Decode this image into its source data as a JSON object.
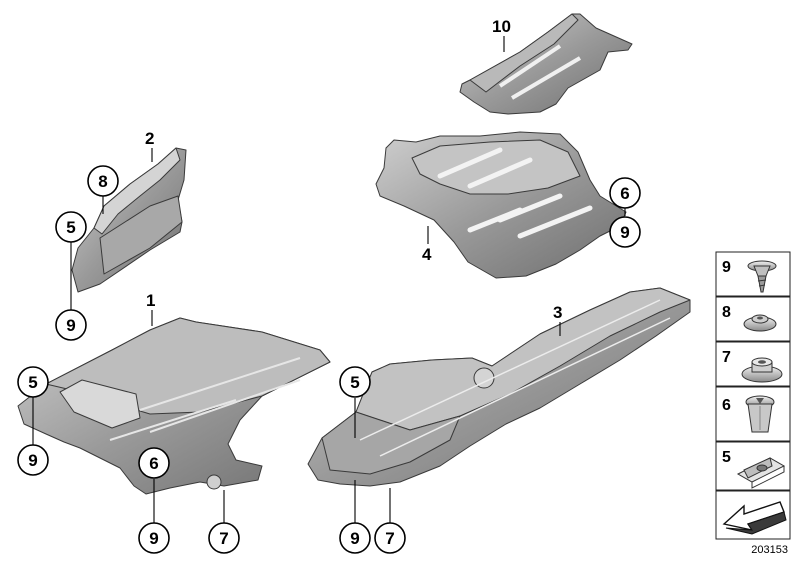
{
  "diagram": {
    "part_labels": [
      {
        "id": "part-2",
        "text": "2"
      },
      {
        "id": "part-10",
        "text": "10"
      },
      {
        "id": "part-4",
        "text": "4"
      },
      {
        "id": "part-1",
        "text": "1"
      },
      {
        "id": "part-3",
        "text": "3"
      }
    ],
    "callouts": [
      {
        "id": "callout-8-upper",
        "text": "8"
      },
      {
        "id": "callout-5-upper",
        "text": "5"
      },
      {
        "id": "callout-9-upper",
        "text": "9"
      },
      {
        "id": "callout-6-right",
        "text": "6"
      },
      {
        "id": "callout-9-right",
        "text": "9"
      },
      {
        "id": "callout-5-left",
        "text": "5"
      },
      {
        "id": "callout-9-left",
        "text": "9"
      },
      {
        "id": "callout-6-center",
        "text": "6"
      },
      {
        "id": "callout-9-bottom",
        "text": "9"
      },
      {
        "id": "callout-7-bottom",
        "text": "7"
      },
      {
        "id": "callout-5-mid",
        "text": "5"
      },
      {
        "id": "callout-9-lowright",
        "text": "9"
      },
      {
        "id": "callout-7-lowright",
        "text": "7"
      }
    ],
    "legend": [
      {
        "num": "9",
        "icon": "screw-icon"
      },
      {
        "num": "8",
        "icon": "nut-icon"
      },
      {
        "num": "7",
        "icon": "flange-nut-icon"
      },
      {
        "num": "6",
        "icon": "plastic-nut-icon"
      },
      {
        "num": "5",
        "icon": "clip-nut-icon"
      }
    ],
    "legend_last_icon": "direction-arrow-icon",
    "diagram_id": "203153"
  }
}
